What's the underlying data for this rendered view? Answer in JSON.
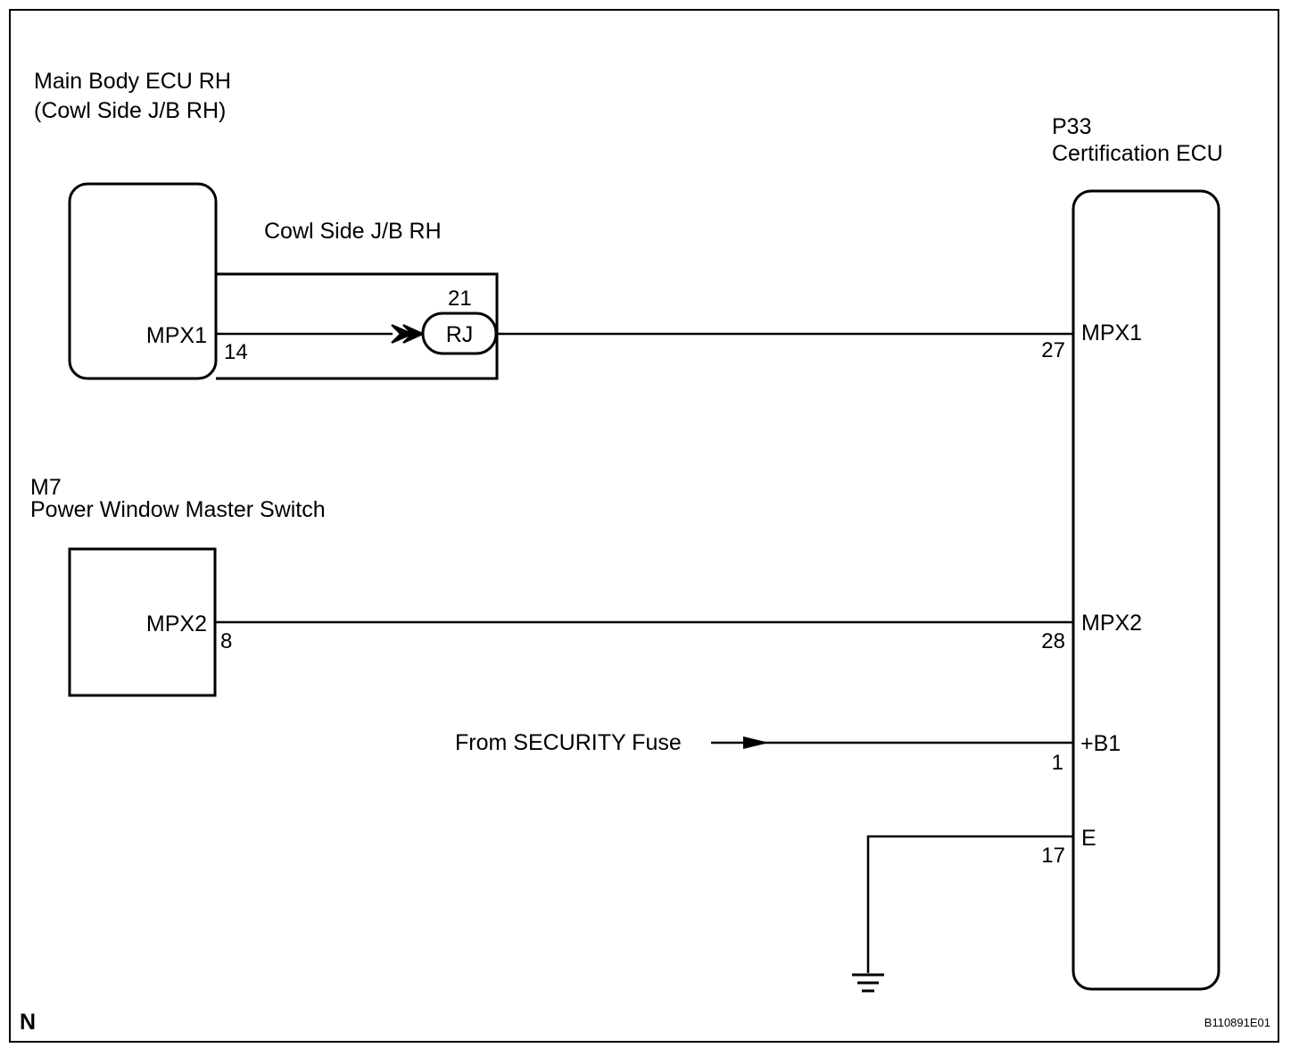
{
  "components": {
    "main_body_ecu": {
      "title_line1": "Main Body ECU RH",
      "title_line2": "(Cowl Side J/B RH)",
      "terminal_name": "MPX1",
      "pin": "14"
    },
    "cowl_side_jb": {
      "label": "Cowl Side J/B RH",
      "connector": "RJ",
      "pin": "21"
    },
    "certification_ecu": {
      "code": "P33",
      "name": "Certification ECU",
      "terminals": [
        {
          "name": "MPX1",
          "pin": "27"
        },
        {
          "name": "MPX2",
          "pin": "28"
        },
        {
          "name": "+B1",
          "pin": "1"
        },
        {
          "name": "E",
          "pin": "17"
        }
      ]
    },
    "power_window_switch": {
      "code": "M7",
      "name": "Power Window Master Switch",
      "terminal_name": "MPX2",
      "pin": "8"
    }
  },
  "power_source": "From SECURITY Fuse",
  "footer": {
    "left_mark": "N",
    "figure_code": "B110891E01"
  }
}
